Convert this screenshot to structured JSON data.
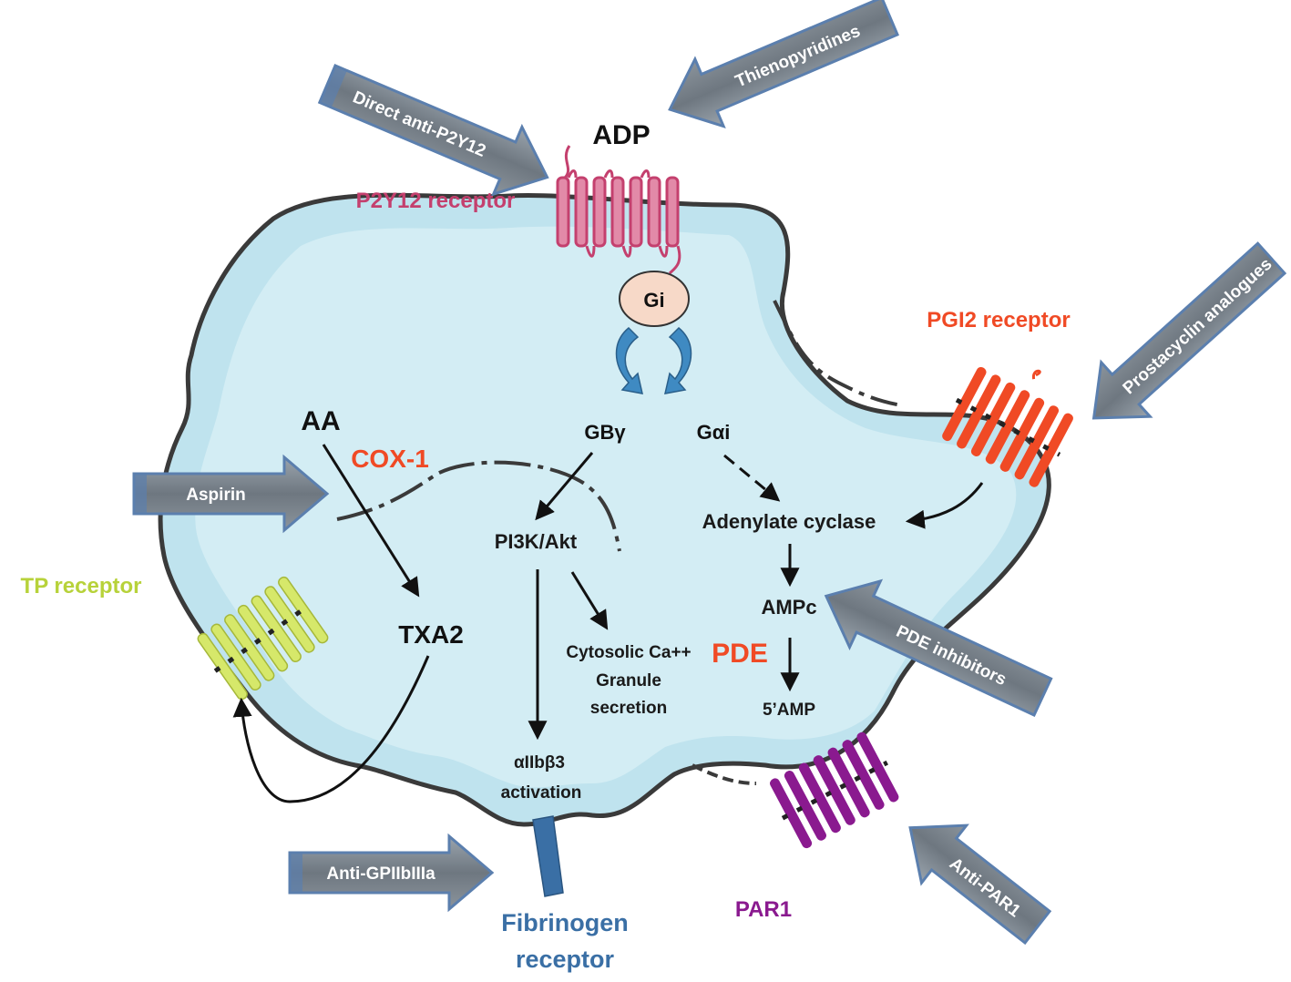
{
  "colors": {
    "cell_fill": "#bfe3ee",
    "cell_inner": "#d9f0f6",
    "cell_outline": "#3a3a3a",
    "p2y12": "#c4406e",
    "pgi2": "#f04a25",
    "tp": "#c8dc4a",
    "par1": "#8a1a8f",
    "fibrinogen": "#3a6fa5",
    "drug_arrow": "#7f8a95",
    "drug_arrow_edge": "#5b7fae",
    "red_text": "#f04a25"
  },
  "labels": {
    "adp": "ADP",
    "p2y12_receptor": "P2Y12 receptor",
    "gi": "Gi",
    "pgi2_receptor": "PGI2 receptor",
    "aa": "AA",
    "cox1": "COX-1",
    "g_beta_gamma": "GBγ",
    "g_alpha_i": "Gαi",
    "pi3k_akt": "PI3K/Akt",
    "adenylate_cyclase": "Adenylate cyclase",
    "tp_receptor": "TP receptor",
    "txa2": "TXA2",
    "cytosolic_ca": "Cytosolic Ca++",
    "granule_secretion": "Granule",
    "secretion": "secretion",
    "ampc": "AMPc",
    "pde": "PDE",
    "five_amp": "5’AMP",
    "aiib_b3": "αIIbβ3",
    "activation": "activation",
    "fibrinogen": "Fibrinogen",
    "receptor": "receptor",
    "par1": "PAR1"
  },
  "drugs": {
    "direct_anti_p2y12": "Direct anti-P2Y12",
    "thienopyridines": "Thienopyridines",
    "prostacyclin_analogues": "Prostacyclin analogues",
    "aspirin": "Aspirin",
    "pde_inhibitors": "PDE inhibitors",
    "anti_gpiibiiia": "Anti-GPIIbIIIa",
    "anti_par1": "Anti-PAR1"
  }
}
